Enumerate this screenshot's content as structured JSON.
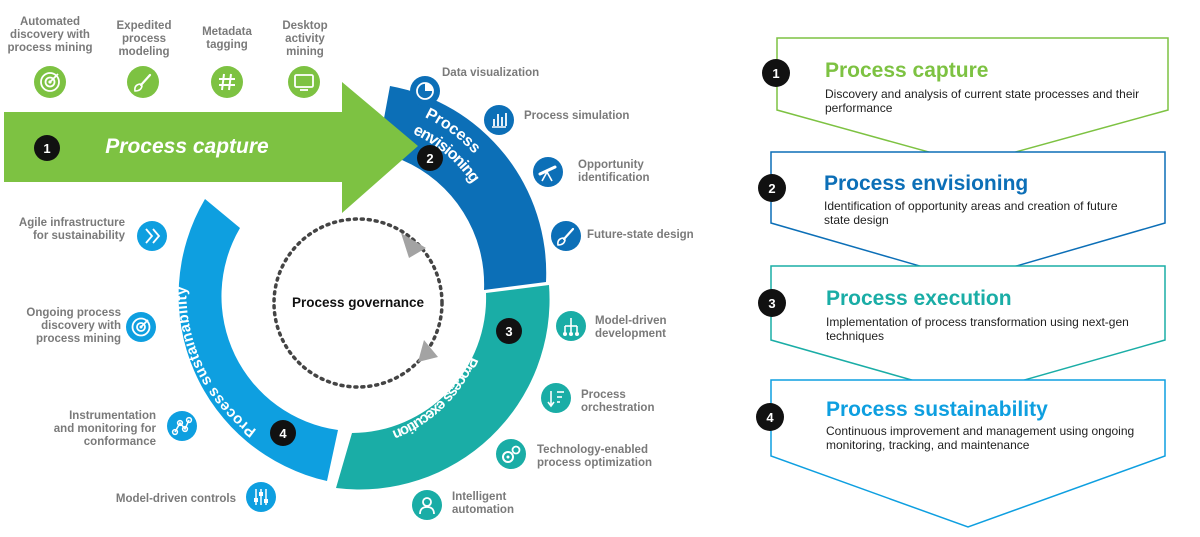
{
  "colors": {
    "green": "#7dc242",
    "dark_blue": "#0c6fb7",
    "light_blue": "#0e9fe0",
    "teal": "#1aada6",
    "gray_text": "#7a7a7a",
    "black_badge": "#111111"
  },
  "top_icons": [
    {
      "label": "Automated\ndiscovery with\nprocess mining",
      "icon": "radar-icon"
    },
    {
      "label": "Expedited\nprocess\nmodeling",
      "icon": "brush-icon"
    },
    {
      "label": "Metadata\ntagging",
      "icon": "hashtag-icon"
    },
    {
      "label": "Desktop\nactivity\nmining",
      "icon": "monitor-icon"
    }
  ],
  "arrow": {
    "number": "1",
    "label": "Process capture"
  },
  "envisioning": {
    "number": "2",
    "band_line1": "Process",
    "band_line2": "envisioning",
    "items": [
      {
        "label": "Data visualization",
        "icon": "pie-chart-icon"
      },
      {
        "label": "Process simulation",
        "icon": "bar-chart-icon"
      },
      {
        "label": "Opportunity\nidentification",
        "icon": "telescope-icon"
      },
      {
        "label": "Future-state design",
        "icon": "brush-icon"
      }
    ]
  },
  "execution": {
    "number": "3",
    "band_label": "Process execution",
    "items": [
      {
        "label": "Model-driven\ndevelopment",
        "icon": "hierarchy-icon"
      },
      {
        "label": "Process\norchestration",
        "icon": "sort-icon"
      },
      {
        "label": "Technology-enabled\nprocess optimization",
        "icon": "gears-icon"
      },
      {
        "label": "Intelligent\nautomation",
        "icon": "person-icon"
      }
    ]
  },
  "sustainability": {
    "number": "4",
    "band_label": "Process sustainability",
    "items": [
      {
        "label": "Agile infrastructure\nfor sustainability",
        "icon": "double-chevron-icon"
      },
      {
        "label": "Ongoing process\ndiscovery with\nprocess mining",
        "icon": "radar-icon"
      },
      {
        "label": "Instrumentation\nand monitoring for\nconformance",
        "icon": "nodes-icon"
      },
      {
        "label": "Model-driven controls",
        "icon": "sliders-icon"
      }
    ]
  },
  "governance": "Process governance",
  "phases": [
    {
      "number": "1",
      "title": "Process capture",
      "description": "Discovery and analysis of current state processes and their performance",
      "color": "#7dc242"
    },
    {
      "number": "2",
      "title": "Process envisioning",
      "description": "Identification of opportunity areas and creation of future state design",
      "color": "#0c6fb7"
    },
    {
      "number": "3",
      "title": "Process execution",
      "description": "Implementation of process transformation using next-gen techniques",
      "color": "#1aada6"
    },
    {
      "number": "4",
      "title": "Process sustainability",
      "description": "Continuous improvement and management using ongoing monitoring, tracking, and maintenance",
      "color": "#0e9fe0"
    }
  ]
}
